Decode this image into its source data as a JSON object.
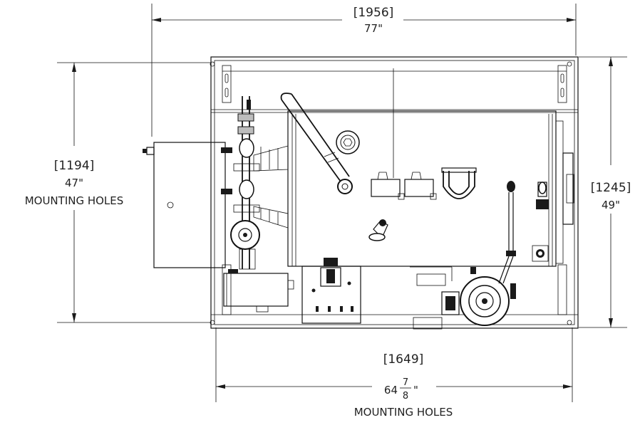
{
  "dimensions": {
    "top": {
      "mm": "[1956]",
      "inches": "77\""
    },
    "left": {
      "mm": "[1194]",
      "inches": "47\"",
      "note": "MOUNTING HOLES"
    },
    "right": {
      "mm": "[1245]",
      "inches": "49\""
    },
    "bottom": {
      "mm": "[1649]",
      "whole": "64",
      "numerator": "7",
      "denominator": "8",
      "unit": "\"",
      "note": "MOUNTING HOLES"
    }
  }
}
